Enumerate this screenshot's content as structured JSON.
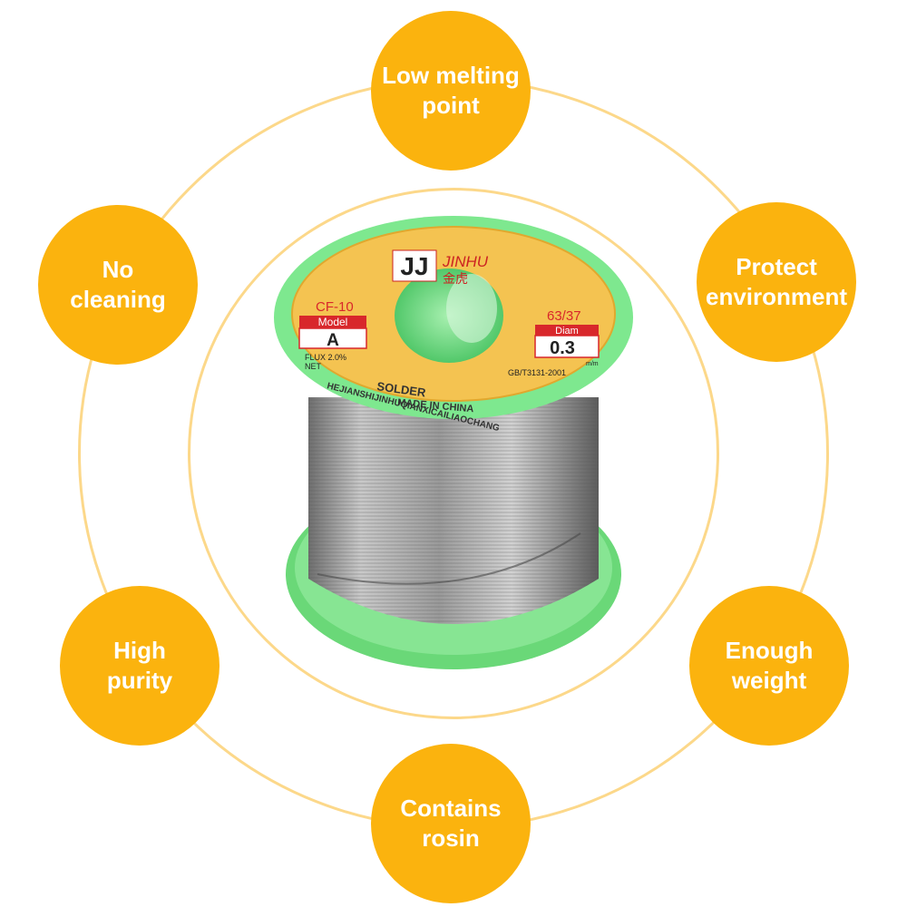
{
  "features": [
    {
      "id": "top",
      "label": "Low melting\npoint"
    },
    {
      "id": "upper-left",
      "label": "No\ncleaning"
    },
    {
      "id": "upper-right",
      "label": "Protect\nenvironment"
    },
    {
      "id": "lower-left",
      "label": "High\npurity"
    },
    {
      "id": "lower-right",
      "label": "Enough\nweight"
    },
    {
      "id": "bottom",
      "label": "Contains\nrosin"
    }
  ],
  "spool_label": {
    "logo": "JJ",
    "brand": "JINHU",
    "brand_chinese": "金虎",
    "code": "CF-10",
    "model_label": "Model",
    "model_value": "A",
    "flux": "FLUX 2.0%",
    "net": "NET",
    "alloy": "63/37",
    "diam_label": "Diam",
    "diam_value": "0.3",
    "diam_unit": "m/m",
    "standard": "GB/T3131-2001",
    "product": "SOLDER",
    "origin": "MADE IN CHINA",
    "maker": "HEJIANSHIJINHUQIANXICAILIAOCHANG"
  },
  "colors": {
    "badge": "#fbb30e",
    "ring": "#fcd88a",
    "spool_green": "#7ee88f",
    "label_gold": "#f4c351",
    "model_red": "#d8272b"
  }
}
